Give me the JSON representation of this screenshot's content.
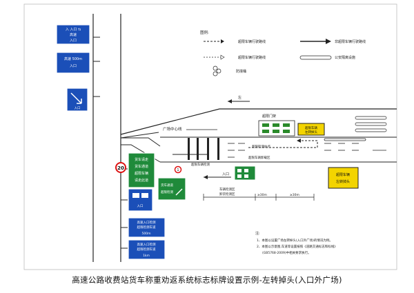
{
  "legend": {
    "title": "图例:",
    "items": [
      {
        "label": "超限车辆行驶路线"
      },
      {
        "label": "非超限车辆行驶路线"
      },
      {
        "label": "超限车辆行驶路线"
      },
      {
        "label": "公安隔离设施"
      },
      {
        "label": "防撞桶"
      }
    ]
  },
  "labels": {
    "left_direction": "左",
    "plaza": "广场中心线",
    "collect_gate": "超限门架",
    "weigh_station": "超限检测站点",
    "overweight_zone": "超限车辆卸载区",
    "overweight_lane": "超限车辆检测",
    "entrance": "入口",
    "measure_1": "车辆检测区",
    "measure_1b": "卸货检测区",
    "measure_2": "≥30m",
    "measure_3": "≥30m",
    "speed_limit": "20",
    "turn_num": "1"
  },
  "signs": {
    "top1": [
      "入 入口 ⇆",
      "高速",
      "入口"
    ],
    "top2": [
      "高速 500m",
      "入口"
    ],
    "top3": [
      "入口"
    ],
    "green1": [
      "货车请走",
      "货车通道",
      "超限车辆",
      "请走此道"
    ],
    "green2": [
      "货车通道",
      "超限检测"
    ],
    "blue_bottom1": [
      "入口"
    ],
    "blue_bottom2": [
      "高速入口检测",
      "超限检测车道"
    ],
    "blue_bottom2_dist": "500m",
    "blue_bottom3": [
      "高速入口检测",
      "超限检测车道"
    ],
    "blue_bottom3_dist": "1km",
    "yellow1": [
      "超限车辆",
      "左转掉头"
    ],
    "yellow2": [
      "超限车辆",
      "左转掉头"
    ]
  },
  "notes": {
    "head": "注:",
    "n1": "1、本图以设置广场左转掉头(入口外广场)的情况为例。",
    "n2": "2、本图以示意图,车道等设置按照《道路交通标志和标线》",
    "n3": "(GB5768-2009)中相关要求执行。"
  },
  "caption": "高速公路收费站货车称重劝返系统标志标牌设置示例-左转掉头(入口外广场)"
}
